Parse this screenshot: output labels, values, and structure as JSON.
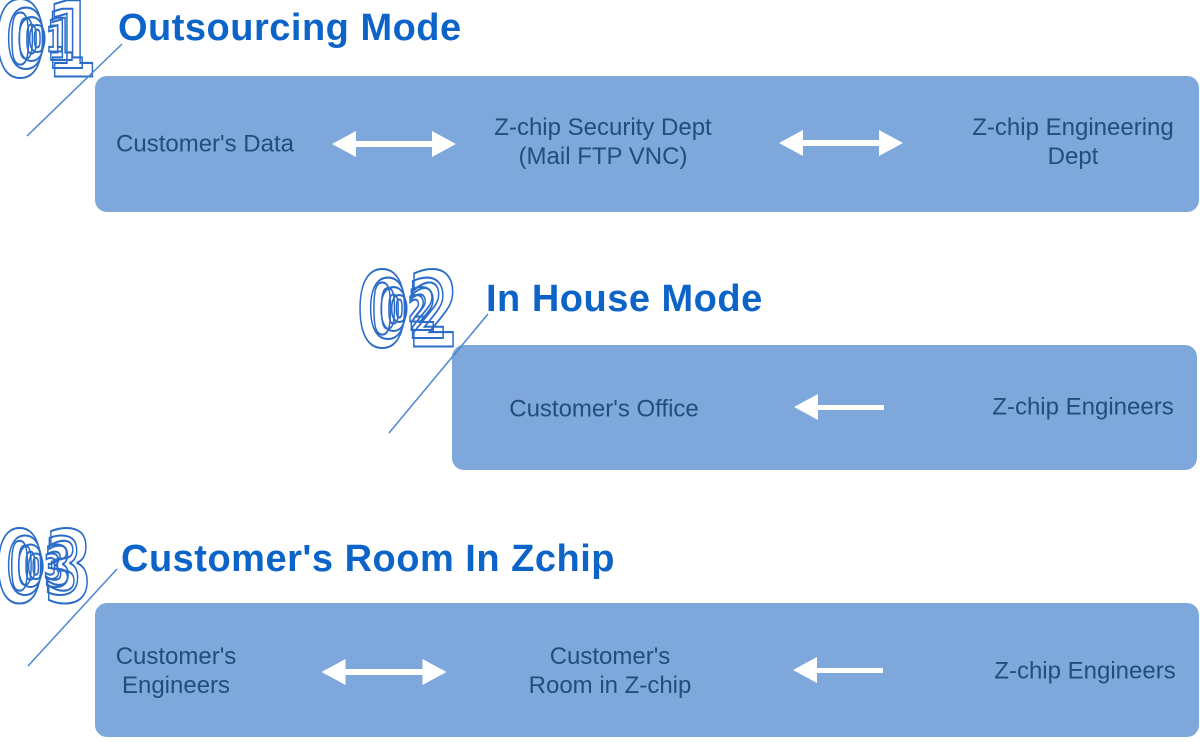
{
  "colors": {
    "box_fill": "#7ea7db",
    "box_text": "#1f4e7e",
    "title_text": "#0d64c8",
    "numeral": "#2b6cc8",
    "connector_line": "#4c86d2",
    "arrow": "#ffffff",
    "page_bg": "#ffffff"
  },
  "sections": [
    {
      "number": "01",
      "title": "Outsourcing Mode",
      "box": {
        "cells": [
          {
            "lines": [
              "Customer's Data"
            ]
          },
          {
            "lines": [
              "Z-chip Security Dept",
              "(Mail FTP VNC)"
            ]
          },
          {
            "lines": [
              "Z-chip Engineering",
              "Dept"
            ]
          }
        ],
        "arrows": [
          "double",
          "double"
        ]
      }
    },
    {
      "number": "02",
      "title": "In House Mode",
      "box": {
        "cells": [
          {
            "lines": [
              "Customer's Office"
            ]
          },
          {
            "lines": [
              "Z-chip Engineers"
            ]
          }
        ],
        "arrows": [
          "left"
        ]
      }
    },
    {
      "number": "03",
      "title": "Customer's Room In Zchip",
      "box": {
        "cells": [
          {
            "lines": [
              "Customer's",
              "Engineers"
            ]
          },
          {
            "lines": [
              "Customer's",
              "Room in Z-chip"
            ]
          },
          {
            "lines": [
              "Z-chip Engineers"
            ]
          }
        ],
        "arrows": [
          "double",
          "left"
        ]
      }
    }
  ]
}
